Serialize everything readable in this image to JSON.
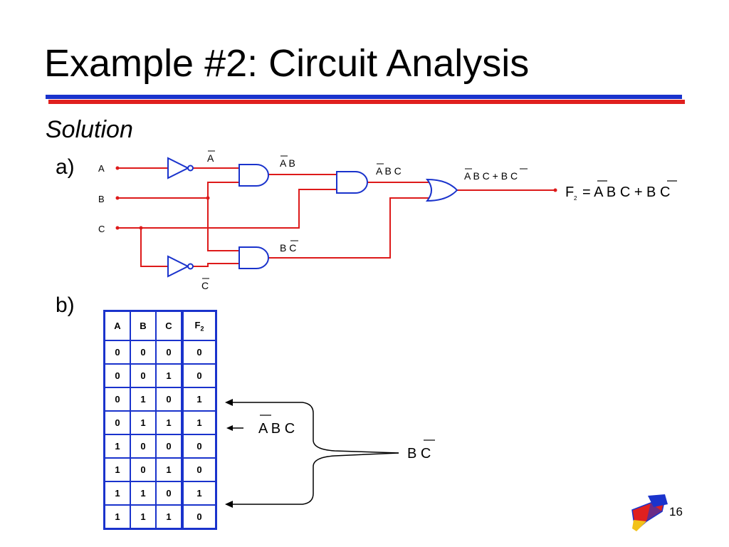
{
  "slide": {
    "title": "Example #2: Circuit Analysis",
    "subtitle": "Solution",
    "part_a": "a)",
    "part_b": "b)",
    "page_number": "16"
  },
  "circuit": {
    "inputs": [
      "A",
      "B",
      "C"
    ],
    "wire_labels": {
      "not_a": "A",
      "and1_out": "A B",
      "and2_out": "A B C",
      "and3_out": "B C",
      "not_c": "C",
      "or_out": "A B C + B C"
    },
    "output_expr": {
      "lhs": "F",
      "sub": "2",
      "rhs": "= A B C + B C"
    }
  },
  "truth_table": {
    "headers": [
      "A",
      "B",
      "C",
      "F"
    ],
    "f_subscript": "2",
    "rows": [
      [
        "0",
        "0",
        "0",
        "0"
      ],
      [
        "0",
        "0",
        "1",
        "0"
      ],
      [
        "0",
        "1",
        "0",
        "1"
      ],
      [
        "0",
        "1",
        "1",
        "1"
      ],
      [
        "1",
        "0",
        "0",
        "0"
      ],
      [
        "1",
        "0",
        "1",
        "0"
      ],
      [
        "1",
        "1",
        "0",
        "1"
      ],
      [
        "1",
        "1",
        "1",
        "0"
      ]
    ]
  },
  "annotations": {
    "arrow_term": "A B C",
    "brace_term": "B C"
  },
  "colors": {
    "wire_red": "#dd1a1a",
    "gate_blue": "#1a33cc",
    "rule_blue": "#1a33cc",
    "rule_red": "#e0201f"
  }
}
